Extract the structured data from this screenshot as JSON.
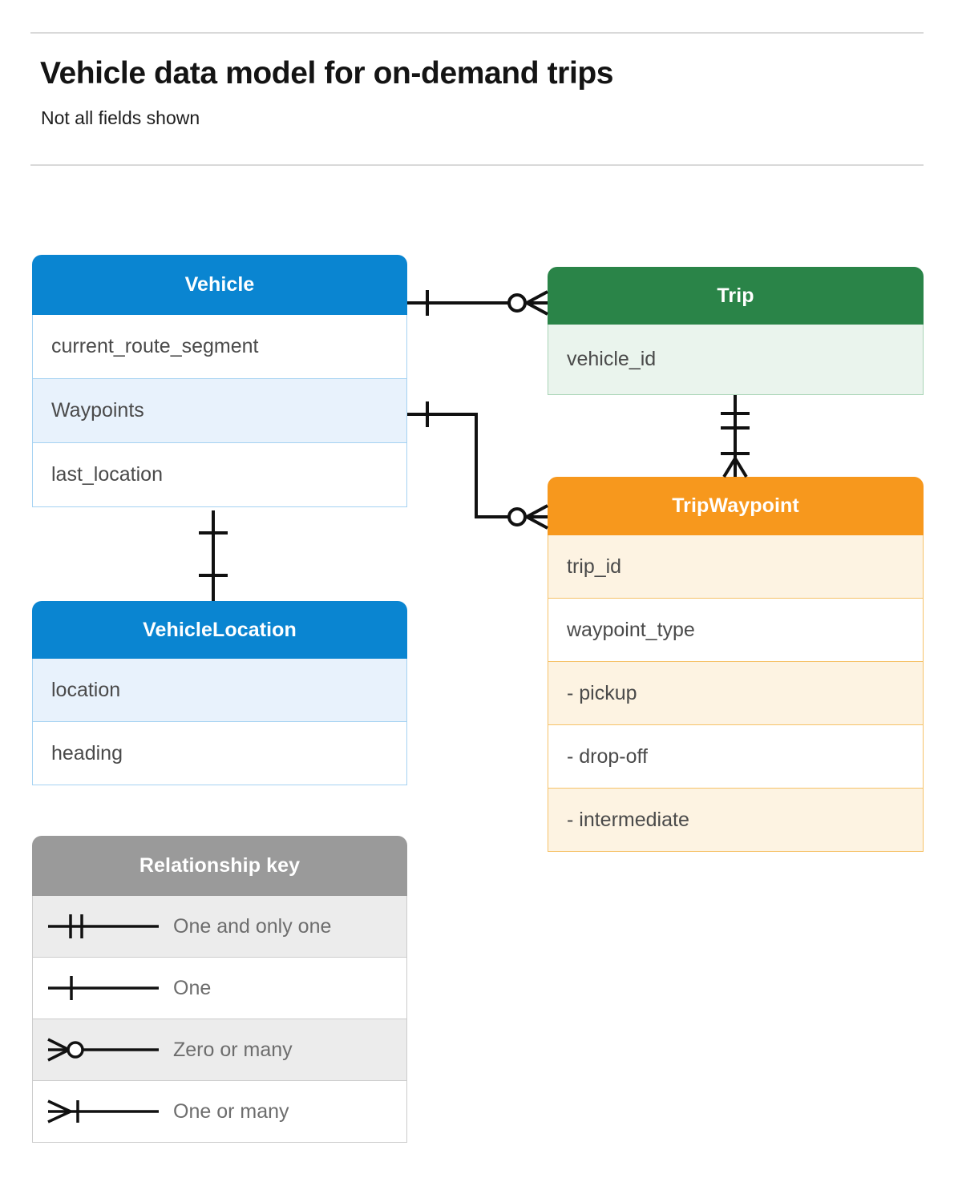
{
  "header": {
    "title": "Vehicle data model for on-demand trips",
    "subtitle": "Not all fields shown"
  },
  "colors": {
    "blue": "#0a85d1",
    "blue_row": "#e8f2fc",
    "blue_border": "#a5d2f2",
    "green": "#2a8448",
    "green_row": "#eaf4ed",
    "green_border": "#a9d4b6",
    "orange": "#f7981d",
    "orange_row": "#fdf3e2",
    "orange_border": "#f6c268",
    "gray": "#9a9a9a",
    "gray_row": "#ececec",
    "line": "#111111"
  },
  "entities": {
    "vehicle": {
      "name": "Vehicle",
      "rows": [
        {
          "label": "current_route_segment"
        },
        {
          "label": "Waypoints"
        },
        {
          "label": "last_location"
        }
      ]
    },
    "vehicle_location": {
      "name": "VehicleLocation",
      "rows": [
        {
          "label": "location"
        },
        {
          "label": "heading"
        }
      ]
    },
    "trip": {
      "name": "Trip",
      "rows": [
        {
          "label": "vehicle_id"
        }
      ]
    },
    "trip_waypoint": {
      "name": "TripWaypoint",
      "rows": [
        {
          "label": "trip_id"
        },
        {
          "label": "waypoint_type"
        },
        {
          "label": "-  pickup"
        },
        {
          "label": "-  drop-off"
        },
        {
          "label": "-  intermediate"
        }
      ]
    }
  },
  "legend": {
    "title": "Relationship key",
    "rows": [
      {
        "symbol": "one-and-only-one-icon",
        "label": "One and only one"
      },
      {
        "symbol": "one-icon",
        "label": "One"
      },
      {
        "symbol": "zero-or-many-icon",
        "label": "Zero or many"
      },
      {
        "symbol": "one-or-many-icon",
        "label": "One or many"
      }
    ]
  },
  "relationships": [
    {
      "from": "Vehicle",
      "to": "Trip",
      "from_cardinality": "One",
      "to_cardinality": "Zero or many"
    },
    {
      "from": "Vehicle.Waypoints",
      "to": "TripWaypoint",
      "from_cardinality": "One",
      "to_cardinality": "Zero or many"
    },
    {
      "from": "Vehicle",
      "to": "VehicleLocation",
      "from_cardinality": "One",
      "to_cardinality": "One"
    },
    {
      "from": "Trip",
      "to": "TripWaypoint",
      "from_cardinality": "One and only one",
      "to_cardinality": "One or many"
    }
  ]
}
